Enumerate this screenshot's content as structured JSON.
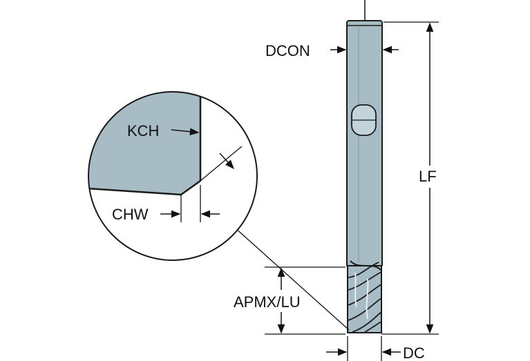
{
  "labels": {
    "dcon": "DCON",
    "lf": "LF",
    "apmx_lu": "APMX/LU",
    "dc": "DC",
    "kch": "KCH",
    "chw": "CHW"
  },
  "colors": {
    "tool_fill": "#a7bcc5",
    "tool_stroke": "#1a1a1a",
    "line": "#111111",
    "background": "#ffffff"
  }
}
